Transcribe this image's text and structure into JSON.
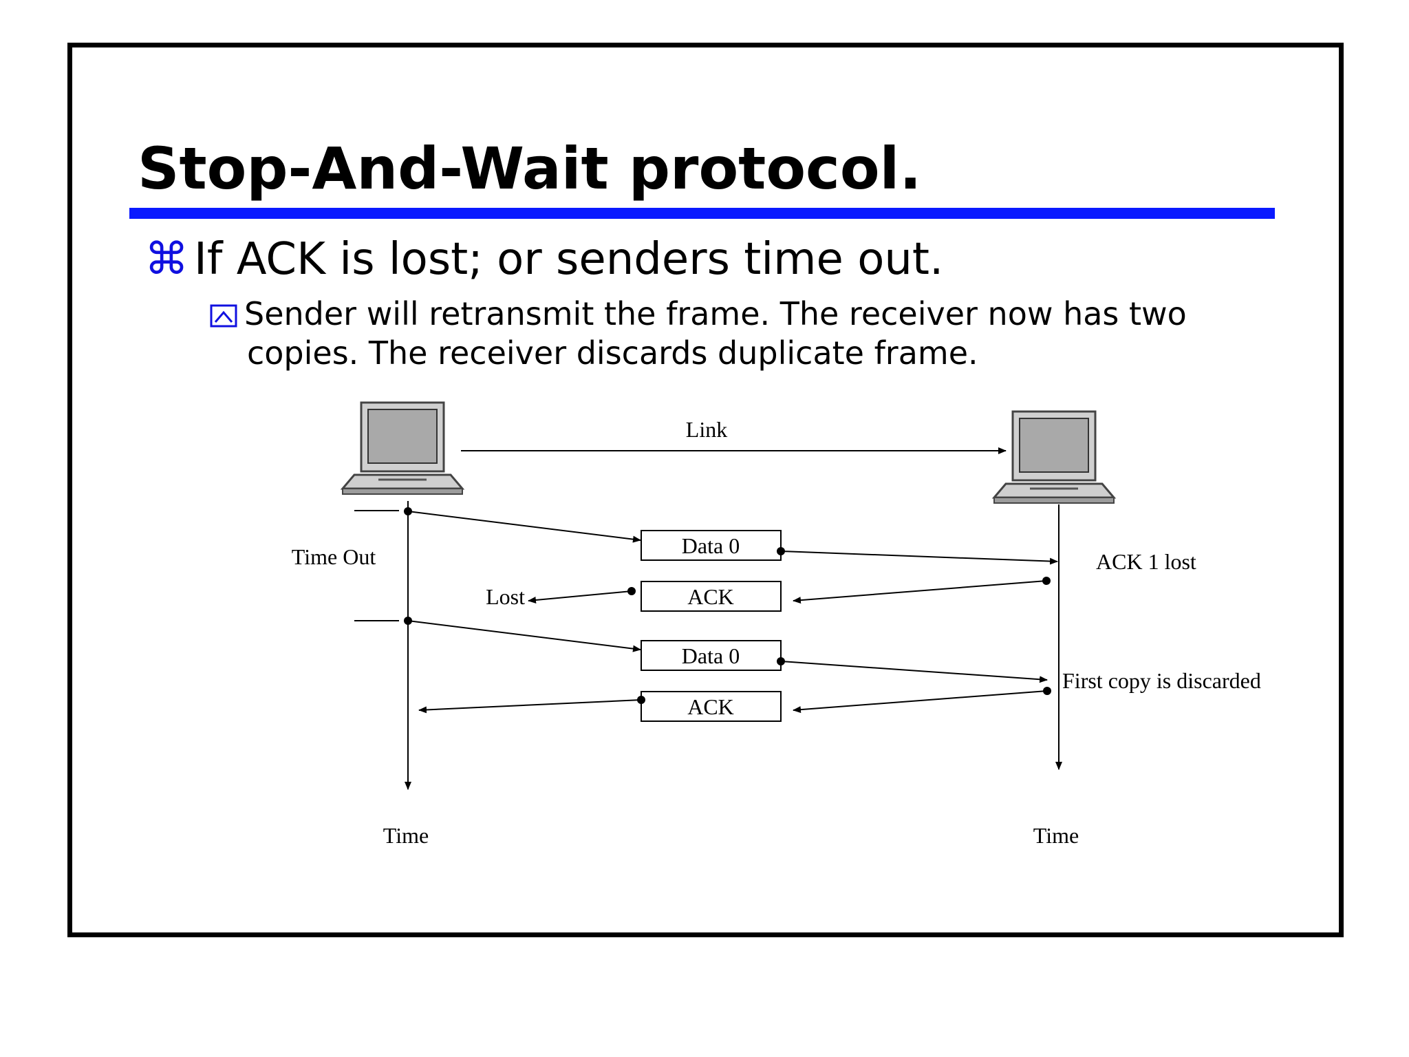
{
  "slide": {
    "title": "Stop-And-Wait protocol.",
    "accent_color": "#0a1aff",
    "bullet_icon": "command-icon",
    "subbullet_icon": "boxed-chevron-icon",
    "bullet1": "If ACK is lost; or senders time out.",
    "bullet2_line1": "Sender will retransmit the frame. The receiver now has two",
    "bullet2_line2": "copies. The receiver discards duplicate frame."
  },
  "diagram": {
    "link_label": "Link",
    "timeout_label": "Time Out",
    "lost_label": "Lost",
    "ack1_lost_label": "ACK 1 lost",
    "first_copy_label": "First copy is discarded",
    "sender_time_label": "Time",
    "receiver_time_label": "Time",
    "frames": [
      {
        "label": "Data 0"
      },
      {
        "label": "ACK"
      },
      {
        "label": "Data 0"
      },
      {
        "label": "ACK"
      }
    ]
  }
}
